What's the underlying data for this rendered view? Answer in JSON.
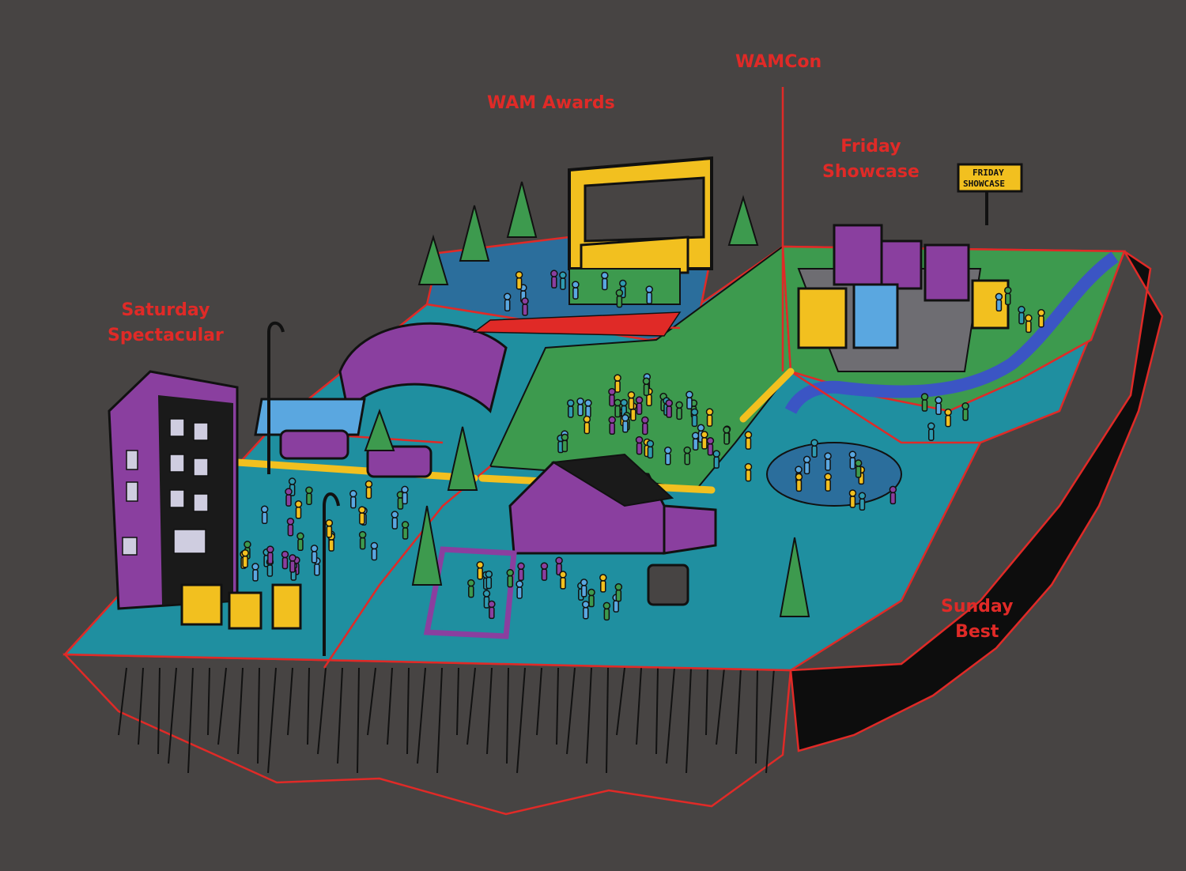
{
  "zones": {
    "wamcon": {
      "line1": "WAMCon"
    },
    "wam_awards": {
      "line1": "WAM Awards"
    },
    "friday_showcase": {
      "line1": "Friday",
      "line2": "Showcase"
    },
    "saturday_spectacular": {
      "line1": "Saturday",
      "line2": "Spectacular"
    },
    "sunday_best": {
      "line1": "Sunday",
      "line2": "Best"
    }
  },
  "signage": {
    "friday_sign": {
      "line1": "FRIDAY",
      "line2": "SHOWCASE"
    }
  },
  "colors": {
    "background": "#474443",
    "label_red": "#e02a27",
    "teal_ground": "#1f8fa0",
    "green_ground": "#3d9a4e",
    "purple": "#8a3f9f",
    "yellow": "#f2c01f",
    "blue_ground": "#2b6e9c",
    "outline": "#111111"
  }
}
